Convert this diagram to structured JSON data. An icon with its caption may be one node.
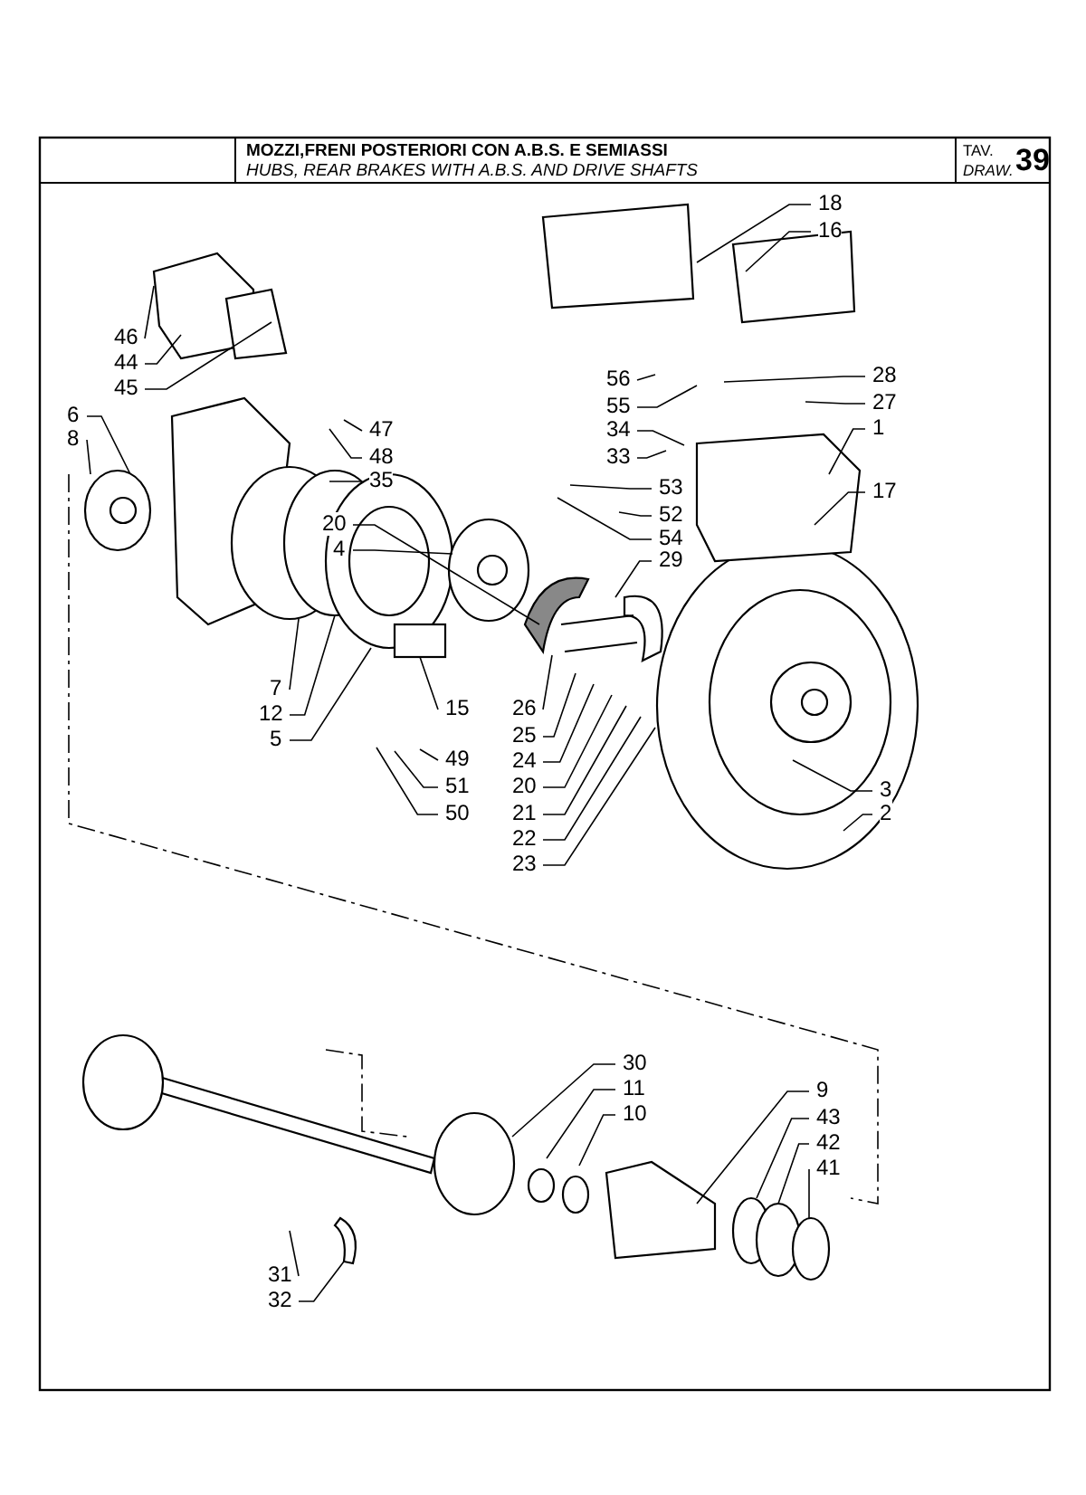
{
  "diagram": {
    "title": "MOZZI,FRENI POSTERIORI CON A.B.S. E SEMIASSI",
    "nodes": [
      {
        "text": [
          "18"
        ]
      },
      {
        "text": [
          "16"
        ]
      },
      {
        "text": [
          "46"
        ]
      },
      {
        "text": [
          "44"
        ]
      },
      {
        "text": [
          "45"
        ]
      },
      {
        "text": [
          "56"
        ]
      },
      {
        "text": [
          "55"
        ]
      },
      {
        "text": [
          "28"
        ]
      },
      {
        "text": [
          "27"
        ]
      },
      {
        "text": [
          "6"
        ]
      },
      {
        "text": [
          "8"
        ]
      },
      {
        "text": [
          "47"
        ]
      },
      {
        "text": [
          "34"
        ]
      },
      {
        "text": [
          "33"
        ]
      },
      {
        "text": [
          "1"
        ]
      },
      {
        "text": [
          "48"
        ]
      },
      {
        "text": [
          "20"
        ]
      },
      {
        "text": [
          "53"
        ]
      },
      {
        "text": [
          "35"
        ]
      },
      {
        "text": [
          "4"
        ]
      },
      {
        "text": [
          "52"
        ]
      },
      {
        "text": [
          "54"
        ]
      },
      {
        "text": [
          "17"
        ]
      },
      {
        "text": [
          "29"
        ]
      },
      {
        "text": [
          "7"
        ]
      },
      {
        "text": [
          "12"
        ]
      },
      {
        "text": [
          "5"
        ]
      },
      {
        "text": [
          "15"
        ]
      },
      {
        "text": [
          "26"
        ]
      },
      {
        "text": [
          "25"
        ]
      },
      {
        "text": [
          "49"
        ]
      },
      {
        "text": [
          "24"
        ]
      },
      {
        "text": [
          "51"
        ]
      },
      {
        "text": [
          "20"
        ]
      },
      {
        "text": [
          "21"
        ]
      },
      {
        "text": [
          "50"
        ]
      },
      {
        "text": [
          "22"
        ]
      },
      {
        "text": [
          "23"
        ]
      },
      {
        "text": [
          "3"
        ]
      },
      {
        "text": [
          "2"
        ]
      },
      {
        "text": [
          "30"
        ]
      },
      {
        "text": [
          "11"
        ]
      },
      {
        "text": [
          "9"
        ]
      },
      {
        "text": [
          "10"
        ]
      },
      {
        "text": [
          "43"
        ]
      },
      {
        "text": [
          "42"
        ]
      },
      {
        "text": [
          "41"
        ]
      },
      {
        "text": [
          "31"
        ]
      },
      {
        "text": [
          "32"
        ]
      }
    ],
    "edges": [
      {
        "from": 0,
        "to": null,
        "arrow": "none"
      },
      {
        "from": 1,
        "to": null,
        "arrow": "none"
      },
      {
        "from": 2,
        "to": null,
        "arrow": "none"
      },
      {
        "from": 3,
        "to": null,
        "arrow": "none"
      },
      {
        "from": 4,
        "to": null,
        "arrow": "none"
      },
      {
        "from": 5,
        "to": null,
        "arrow": "none"
      },
      {
        "from": 6,
        "to": null,
        "arrow": "none"
      },
      {
        "from": 7,
        "to": null,
        "arrow": "none"
      },
      {
        "from": 8,
        "to": null,
        "arrow": "none"
      },
      {
        "from": 9,
        "to": null,
        "arrow": "none"
      },
      {
        "from": 10,
        "to": null,
        "arrow": "none"
      },
      {
        "from": 11,
        "to": null,
        "arrow": "none"
      },
      {
        "from": 12,
        "to": null,
        "arrow": "none"
      },
      {
        "from": 13,
        "to": null,
        "arrow": "none"
      },
      {
        "from": 14,
        "to": null,
        "arrow": "none"
      },
      {
        "from": 15,
        "to": null,
        "arrow": "none"
      },
      {
        "from": 16,
        "to": null,
        "arrow": "none"
      },
      {
        "from": 17,
        "to": null,
        "arrow": "none"
      },
      {
        "from": 18,
        "to": null,
        "arrow": "none"
      },
      {
        "from": 19,
        "to": null,
        "arrow": "none"
      },
      {
        "from": 20,
        "to": null,
        "arrow": "none"
      },
      {
        "from": 21,
        "to": null,
        "arrow": "none"
      },
      {
        "from": 22,
        "to": null,
        "arrow": "none"
      },
      {
        "from": 23,
        "to": null,
        "arrow": "none"
      },
      {
        "from": 24,
        "to": null,
        "arrow": "none"
      },
      {
        "from": 25,
        "to": null,
        "arrow": "none"
      },
      {
        "from": 26,
        "to": null,
        "arrow": "none"
      },
      {
        "from": 27,
        "to": null,
        "arrow": "none"
      },
      {
        "from": 28,
        "to": null,
        "arrow": "none"
      },
      {
        "from": 29,
        "to": null,
        "arrow": "none"
      },
      {
        "from": 30,
        "to": null,
        "arrow": "none"
      },
      {
        "from": 31,
        "to": null,
        "arrow": "none"
      },
      {
        "from": 32,
        "to": null,
        "arrow": "none"
      },
      {
        "from": 33,
        "to": null,
        "arrow": "none"
      },
      {
        "from": 34,
        "to": null,
        "arrow": "none"
      },
      {
        "from": 35,
        "to": null,
        "arrow": "none"
      },
      {
        "from": 36,
        "to": null,
        "arrow": "none"
      },
      {
        "from": 37,
        "to": null,
        "arrow": "none"
      },
      {
        "from": 38,
        "to": null,
        "arrow": "none"
      },
      {
        "from": 39,
        "to": null,
        "arrow": "none"
      },
      {
        "from": 40,
        "to": null,
        "arrow": "none"
      },
      {
        "from": 41,
        "to": null,
        "arrow": "none"
      },
      {
        "from": 42,
        "to": null,
        "arrow": "none"
      },
      {
        "from": 43,
        "to": null,
        "arrow": "none"
      },
      {
        "from": 44,
        "to": null,
        "arrow": "none"
      },
      {
        "from": 45,
        "to": null,
        "arrow": "none"
      },
      {
        "from": 46,
        "to": null,
        "arrow": "none"
      },
      {
        "from": 47,
        "to": null,
        "arrow": "none"
      },
      {
        "from": 48,
        "to": null,
        "arrow": "none"
      }
    ],
    "labels": [
      "HUBS, REAR BRAKES WITH A.B.S. AND DRIVE SHAFTS",
      "TAV.",
      "DRAW.",
      "39"
    ]
  }
}
